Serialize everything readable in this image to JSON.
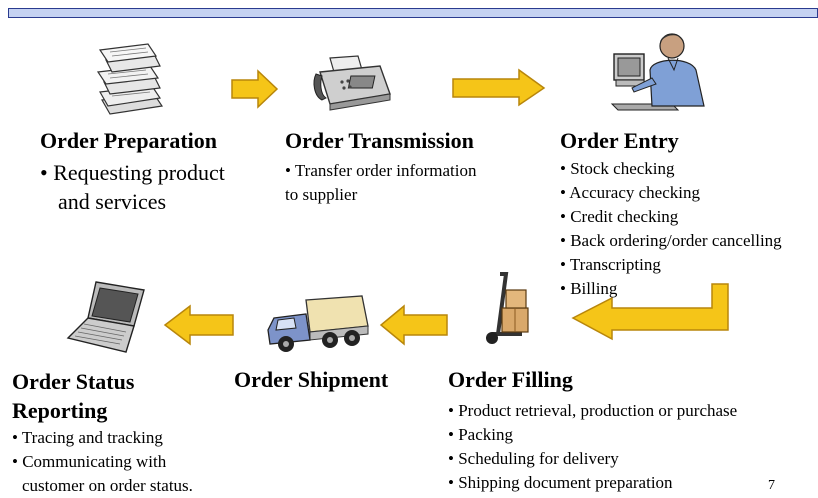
{
  "stages": {
    "preparation": {
      "title": "Order Preparation",
      "bullets": [
        "• Requesting product",
        "and services"
      ]
    },
    "transmission": {
      "title": "Order Transmission",
      "bullets": [
        "• Transfer order information",
        "to supplier"
      ]
    },
    "entry": {
      "title": "Order Entry",
      "bullets": [
        "• Stock checking",
        "• Accuracy checking",
        "• Credit checking",
        "• Back ordering/order cancelling",
        "• Transcripting",
        "• Billing"
      ]
    },
    "filling": {
      "title": "Order Filling",
      "bullets": [
        "• Product retrieval, production or purchase",
        "• Packing",
        "• Scheduling for delivery",
        "• Shipping document preparation"
      ]
    },
    "shipment": {
      "title": "Order Shipment",
      "bullets": []
    },
    "status": {
      "title_line1": "Order Status",
      "title_line2": "Reporting",
      "bullets": [
        "• Tracing and tracking",
        "• Communicating with",
        "customer on order status."
      ]
    }
  },
  "page_number": "7",
  "colors": {
    "arrow": "#f5c518",
    "arrow_stroke": "#b8860b",
    "topbar": "#c5d2f2"
  },
  "icons": [
    "paper-stack-icon",
    "fax-machine-icon",
    "clerk-at-computer-icon",
    "hand-truck-boxes-icon",
    "delivery-truck-icon",
    "laptop-icon"
  ]
}
